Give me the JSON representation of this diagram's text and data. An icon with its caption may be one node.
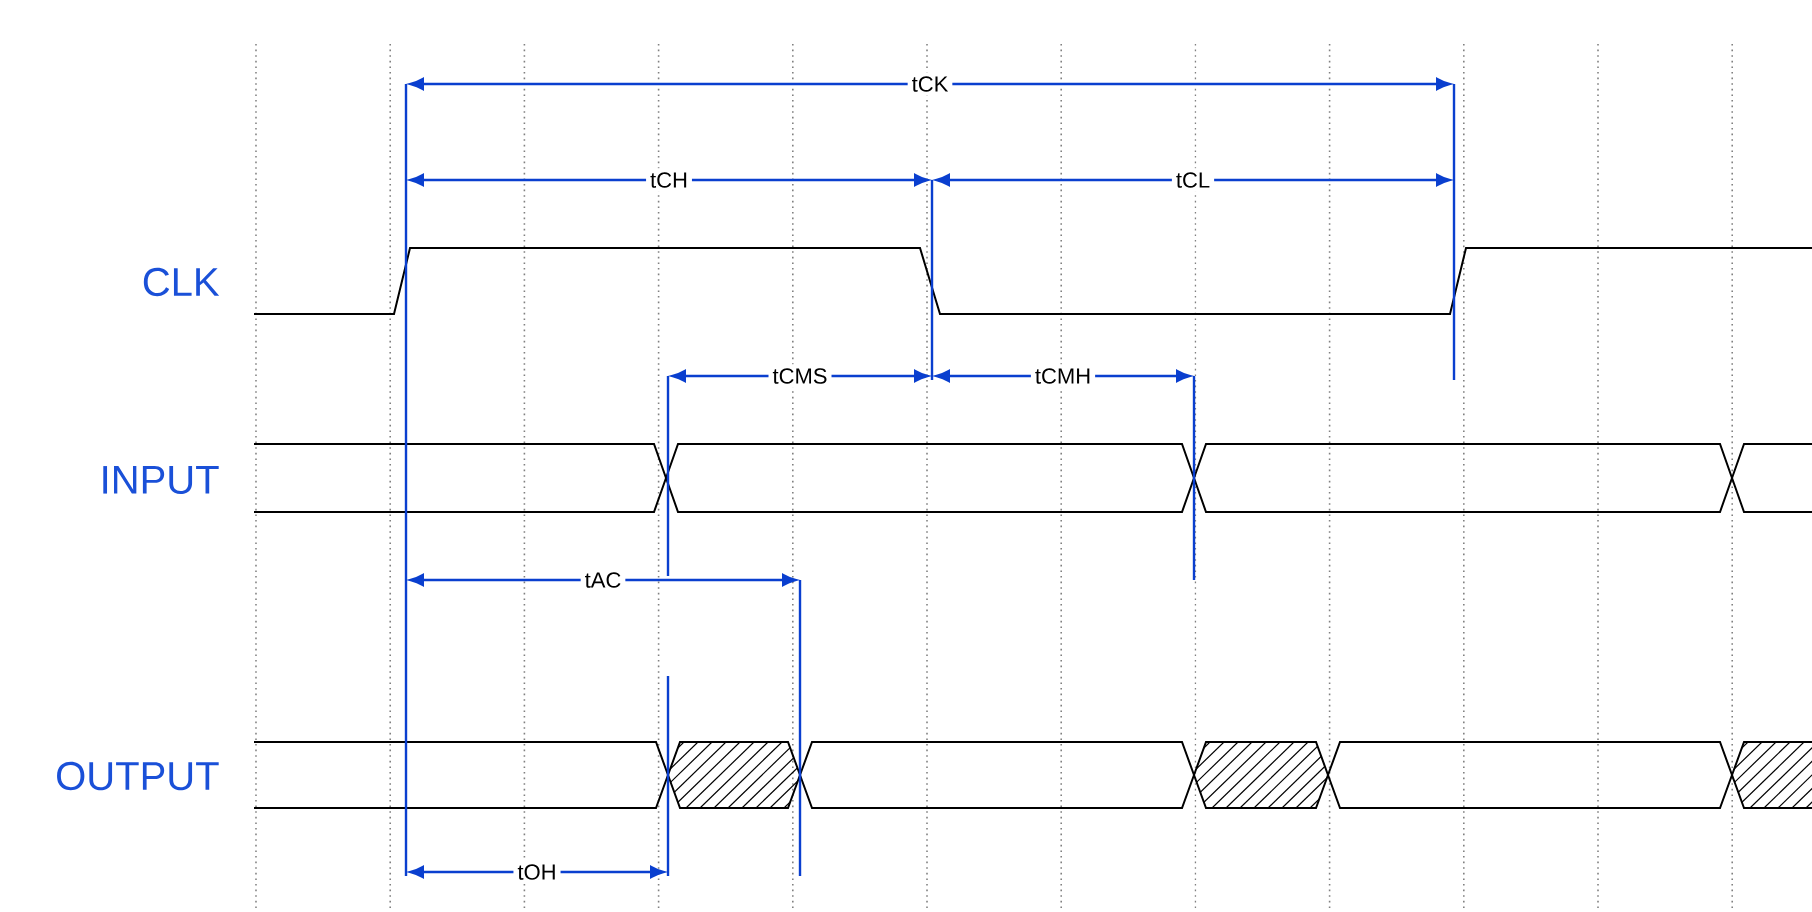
{
  "diagram": {
    "labels": [
      "CLK",
      "INPUT",
      "OUTPUT",
      "tCK",
      "tCH",
      "tCL",
      "tCMS",
      "tCMH",
      "tAC",
      "tOH"
    ]
  }
}
